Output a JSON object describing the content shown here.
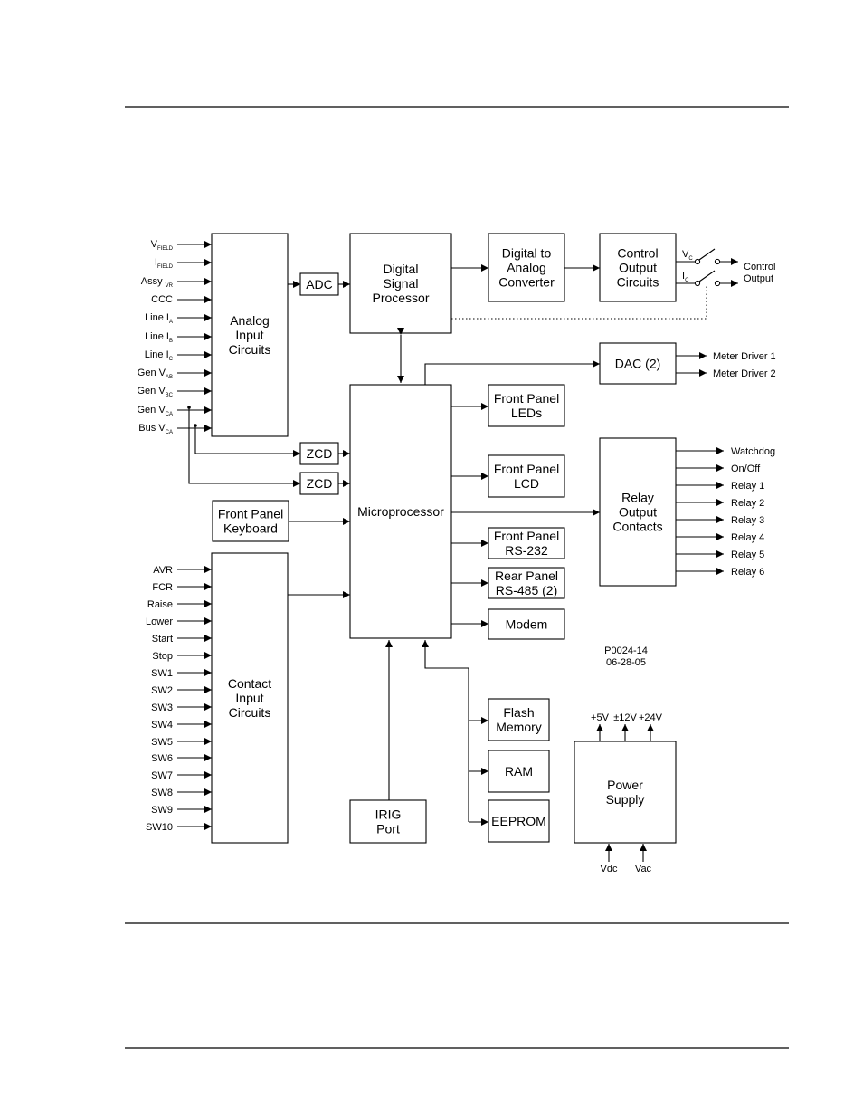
{
  "diagram": {
    "blocks": {
      "analog_input": [
        "Analog",
        "Input",
        "Circuits"
      ],
      "adc": [
        "ADC"
      ],
      "dsp": [
        "Digital",
        "Signal",
        "Processor"
      ],
      "dac_converter": [
        "Digital to",
        "Analog",
        "Converter"
      ],
      "control_output": [
        "Control",
        "Output",
        "Circuits"
      ],
      "dac2": [
        "DAC (2)"
      ],
      "microprocessor": [
        "Microprocessor"
      ],
      "zcd1": [
        "ZCD"
      ],
      "zcd2": [
        "ZCD"
      ],
      "front_panel_keyboard": [
        "Front Panel",
        "Keyboard"
      ],
      "contact_input": [
        "Contact",
        "Input",
        "Circuits"
      ],
      "front_panel_leds": [
        "Front Panel",
        "LEDs"
      ],
      "front_panel_lcd": [
        "Front Panel",
        "LCD"
      ],
      "front_panel_rs232": [
        "Front Panel",
        "RS-232"
      ],
      "rear_panel_rs485": [
        "Rear Panel",
        "RS-485 (2)"
      ],
      "modem": [
        "Modem"
      ],
      "relay_output": [
        "Relay",
        "Output",
        "Contacts"
      ],
      "flash_memory": [
        "Flash",
        "Memory"
      ],
      "ram": [
        "RAM"
      ],
      "eeprom": [
        "EEPROM"
      ],
      "irig_port": [
        "IRIG",
        "Port"
      ],
      "power_supply": [
        "Power",
        "Supply"
      ]
    },
    "analog_inputs": [
      {
        "main": "V",
        "sub": "FIELD"
      },
      {
        "main": "I",
        "sub": "FIELD"
      },
      {
        "main": "Assy ",
        "sub": "VR"
      },
      {
        "main": "CCC",
        "sub": ""
      },
      {
        "main": "Line I",
        "sub": "A"
      },
      {
        "main": "Line I",
        "sub": "B"
      },
      {
        "main": "Line I",
        "sub": "C"
      },
      {
        "main": "Gen V",
        "sub": "AB"
      },
      {
        "main": "Gen V",
        "sub": "BC"
      },
      {
        "main": "Gen V",
        "sub": "CA"
      },
      {
        "main": "Bus V",
        "sub": "CA"
      }
    ],
    "contact_inputs": [
      "AVR",
      "FCR",
      "Raise",
      "Lower",
      "Start",
      "Stop",
      "SW1",
      "SW2",
      "SW3",
      "SW4",
      "SW5",
      "SW6",
      "SW7",
      "SW8",
      "SW9",
      "SW10"
    ],
    "relay_outputs": [
      "Watchdog",
      "On/Off",
      "Relay 1",
      "Relay 2",
      "Relay 3",
      "Relay 4",
      "Relay 5",
      "Relay 6"
    ],
    "meter_outputs": [
      "Meter Driver 1",
      "Meter Driver 2"
    ],
    "control_switches": [
      {
        "main": "V",
        "sub": "C"
      },
      {
        "main": "I",
        "sub": "C"
      }
    ],
    "control_output_label": [
      "Control",
      "Output"
    ],
    "power_outputs": [
      "+5V",
      "±12V",
      "+24V"
    ],
    "power_inputs": [
      "Vdc",
      "Vac"
    ],
    "drawing_id": [
      "P0024-14",
      "06-28-05"
    ]
  }
}
